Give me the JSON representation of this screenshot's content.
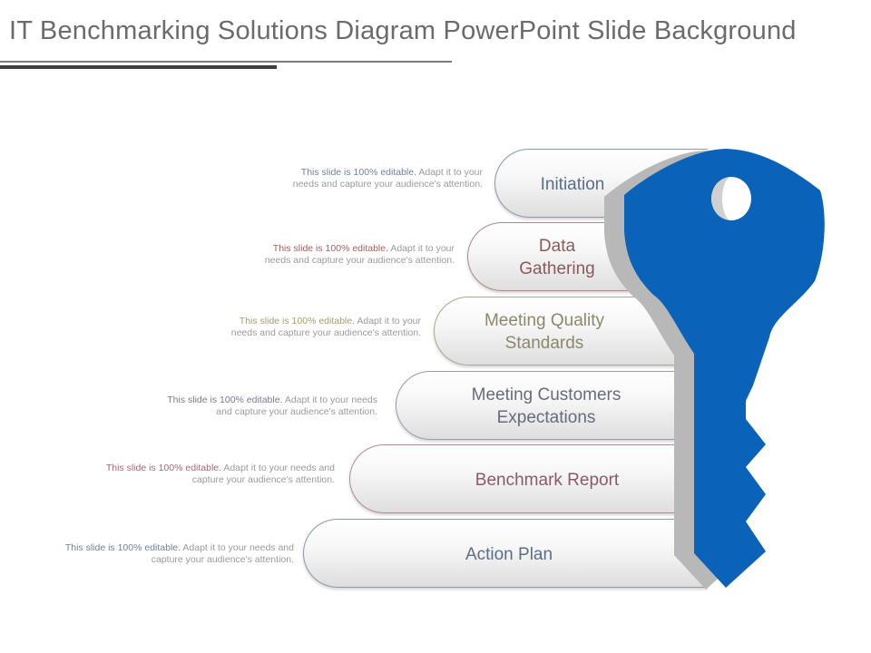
{
  "title": "IT Benchmarking Solutions Diagram PowerPoint Slide Background",
  "steps": [
    {
      "label": "Initiation",
      "color": "#5a6e88",
      "border": "#8a9aa8"
    },
    {
      "label": "Data\nGathering",
      "color": "#8a5a5a",
      "border": "#b08a8a"
    },
    {
      "label": "Meeting Quality\nStandards",
      "color": "#8a8a6a",
      "border": "#aaa890"
    },
    {
      "label": "Meeting Customers\nExpectations",
      "color": "#6a6a7e",
      "border": "#9a9aaa"
    },
    {
      "label": "Benchmark  Report",
      "color": "#8a5a6a",
      "border": "#b08a98"
    },
    {
      "label": "Action Plan",
      "color": "#5a6e88",
      "border": "#8a9aa8"
    }
  ],
  "descriptions": [
    {
      "lead": "This slide is 100% editable.",
      "rest": " Adapt it to your",
      "line2": "needs and capture your audience's attention.",
      "lead_color": "#6e7fa0"
    },
    {
      "lead": "This slide is 100% editable.",
      "rest": " Adapt it to your",
      "line2": "needs and capture your audience's attention.",
      "lead_color": "#a06060"
    },
    {
      "lead": "This slide is 100% editable.",
      "rest": " Adapt it to your",
      "line2": "needs and capture your audience's attention.",
      "lead_color": "#a0a070"
    },
    {
      "lead": "This slide is 100% editable.",
      "rest": " Adapt it to your needs",
      "line2": "and capture your audience's attention.",
      "lead_color": "#7a7a90"
    },
    {
      "lead": "This slide is 100% editable.",
      "rest": " Adapt it to your needs and",
      "line2": "capture your audience's attention.",
      "lead_color": "#a06878"
    },
    {
      "lead": "This slide is 100% editable.",
      "rest": " Adapt it to your needs and",
      "line2": "capture your audience's attention.",
      "lead_color": "#7080a0"
    }
  ],
  "key_color": "#0a63b8",
  "key_shadow_color": "#b8b8b8"
}
